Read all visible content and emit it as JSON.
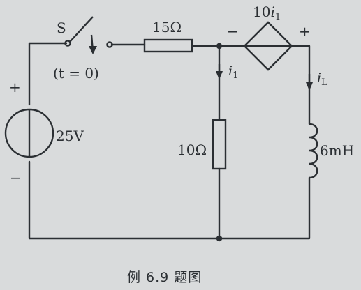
{
  "circuit": {
    "switch": {
      "name": "S",
      "timing": "(t = 0)"
    },
    "source": {
      "value": "25V",
      "plus": "+",
      "minus": "−"
    },
    "r_series": {
      "value": "15Ω"
    },
    "r_shunt": {
      "value": "10Ω"
    },
    "dependent_source": {
      "coefficient": "10",
      "variable": "i",
      "subscript": "1",
      "minus": "−",
      "plus": "+"
    },
    "current_i1": {
      "variable": "i",
      "subscript": "1"
    },
    "current_iL": {
      "variable": "i",
      "subscript": "L"
    },
    "inductor": {
      "value": "6mH"
    }
  },
  "caption": "例 6.9 题图"
}
